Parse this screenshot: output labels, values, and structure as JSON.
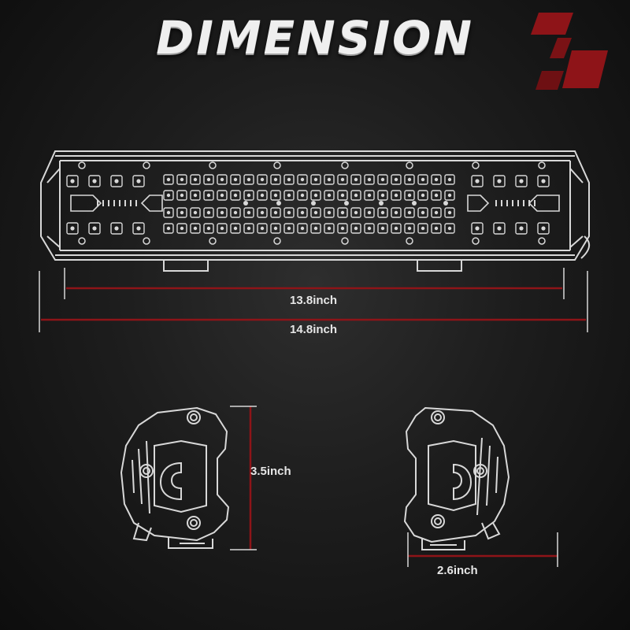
{
  "title": "DIMENSION",
  "dimensions": {
    "inner_length": "13.8inch",
    "outer_length": "14.8inch",
    "height": "3.5inch",
    "depth": "2.6inch"
  },
  "colors": {
    "accent_red": "#8e1418",
    "line_white": "#d8d8d8",
    "background": "#161616"
  },
  "icons": {
    "logo": "red-parallelogram-logo"
  }
}
